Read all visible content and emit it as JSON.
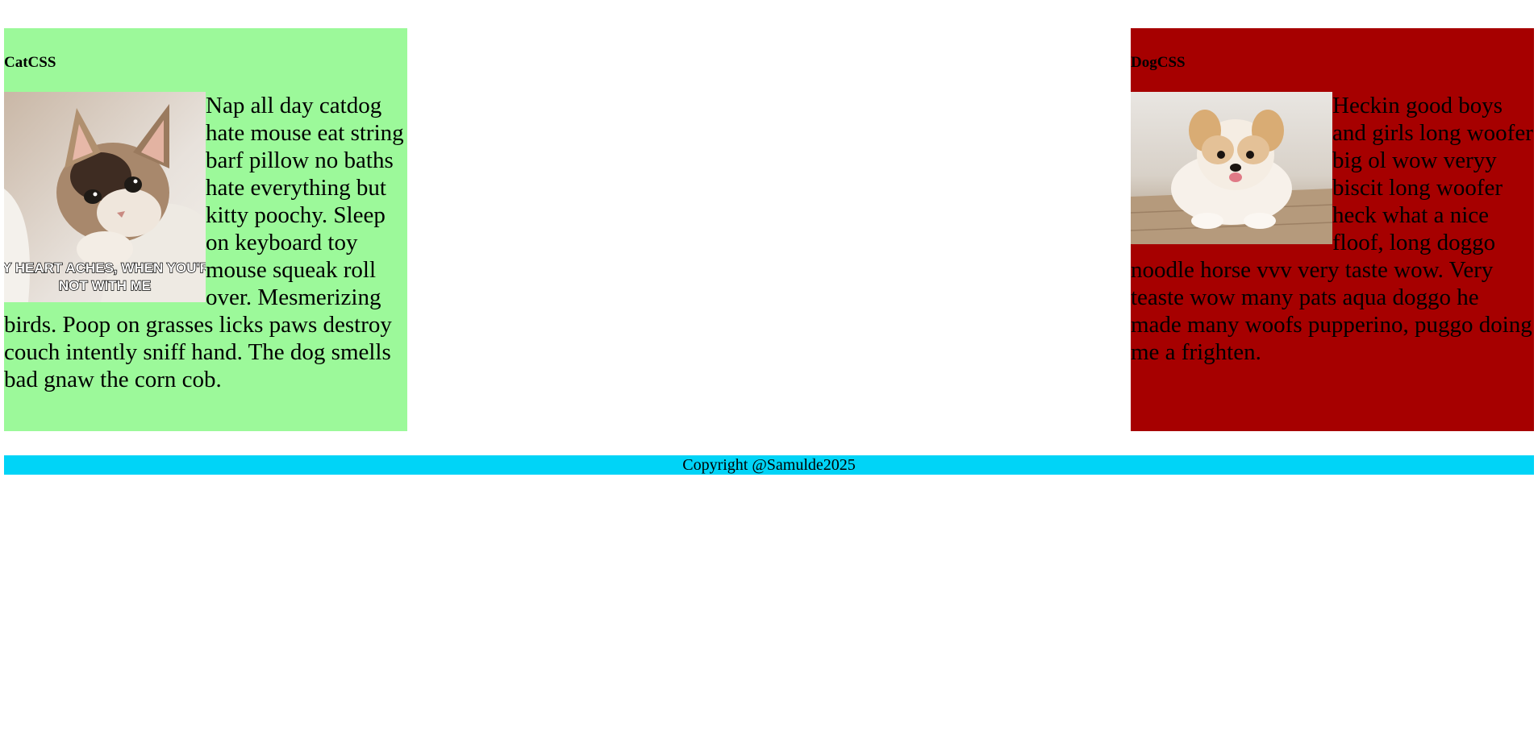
{
  "cat_panel": {
    "title": "CatCSS",
    "image_caption": "MY HEART ACHES, WHEN YOU'RE NOT WITH ME",
    "text": "Nap all day catdog hate mouse eat string barf pillow no baths hate everything but kitty poochy. Sleep on keyboard toy mouse squeak roll over. Mesmerizing birds. Poop on grasses licks paws destroy couch intently sniff hand. The dog smells bad gnaw the corn cob.",
    "background": "#9cf99a"
  },
  "dog_panel": {
    "title": "DogCSS",
    "text": "Heckin good boys and girls long woofer big ol wow veryy biscit long woofer heck what a nice floof, long doggo noodle horse vvv very taste wow. Very teaste wow many pats aqua doggo he made many woofs pupperino, puggo doing me a frighten.",
    "background": "#a60000"
  },
  "footer": {
    "text": "Copyright @Samulde2025",
    "background": "#00d4f7"
  }
}
